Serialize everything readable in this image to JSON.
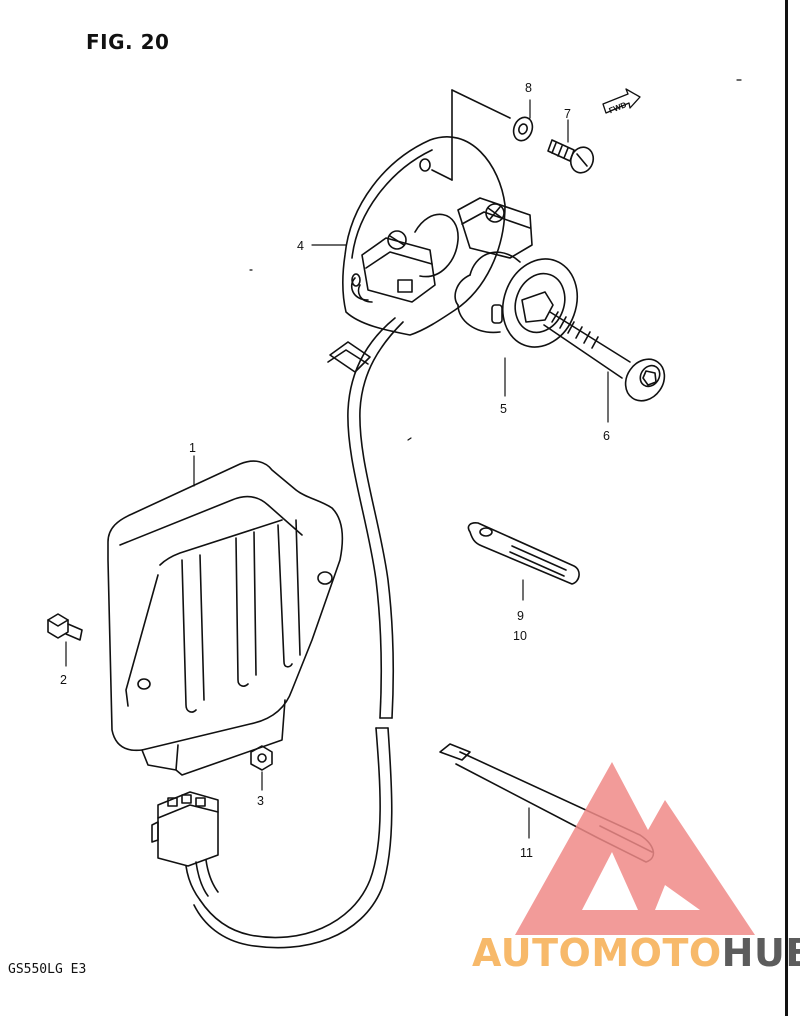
{
  "figure": {
    "title": "FIG. 20",
    "model_code": "GS550LG  E3"
  },
  "fwd_marker": {
    "text": "FWD"
  },
  "callouts": [
    "1",
    "2",
    "3",
    "4",
    "5",
    "6",
    "7",
    "8",
    "9",
    "10",
    "11"
  ],
  "watermark": {
    "text_part1": "AUTOMOTO",
    "text_part2": "HUB",
    "colors": {
      "triangle": "#f08a88",
      "part1": "#f7b96a",
      "part2": "#5c5c5c"
    }
  }
}
